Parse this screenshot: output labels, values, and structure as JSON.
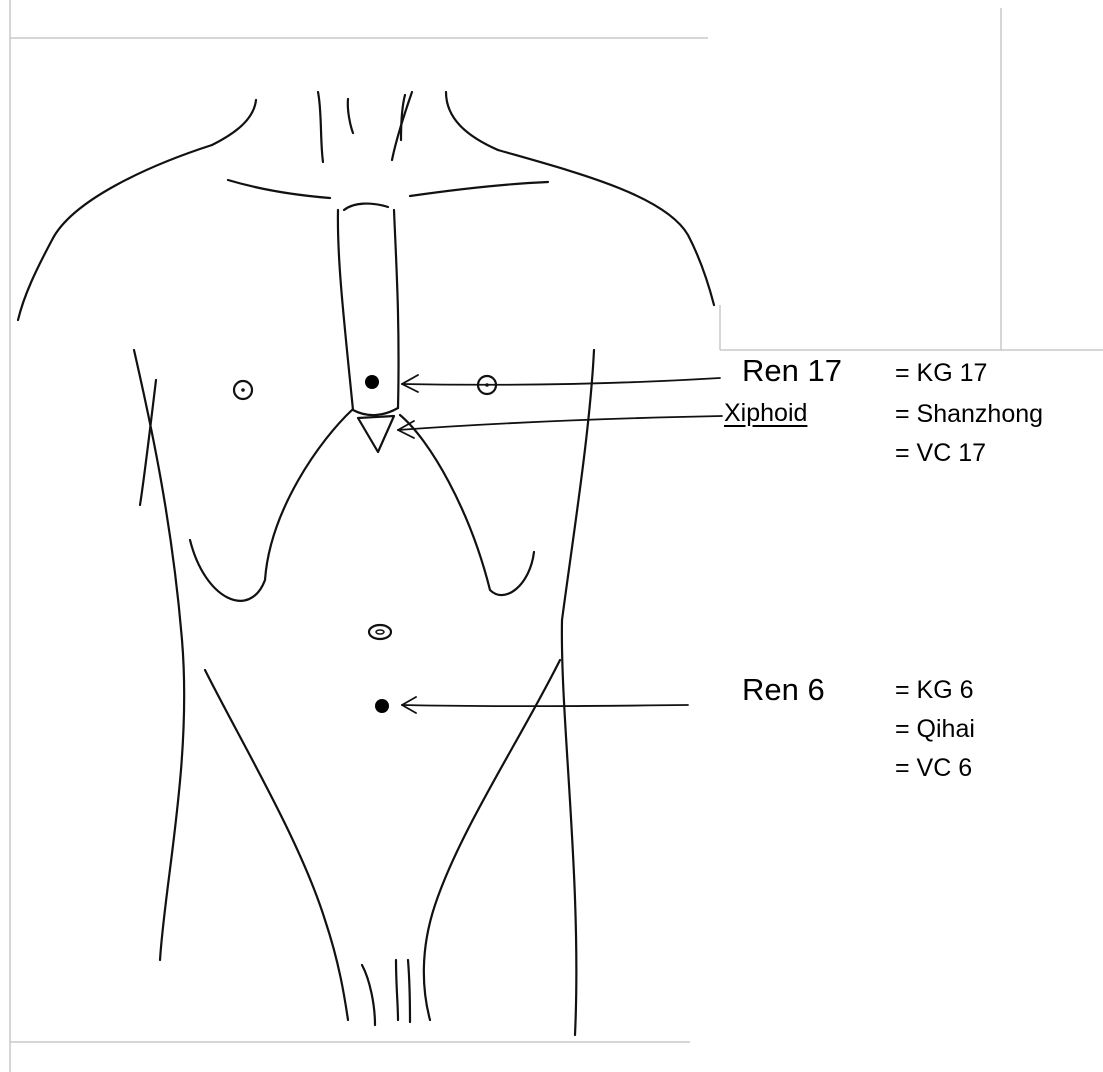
{
  "diagram": {
    "points": {
      "ren17": {
        "name": "Ren 17",
        "aliases": [
          "= KG 17",
          "= Shanzhong",
          "= VC 17"
        ]
      },
      "xiphoid": {
        "name": "Xiphoid"
      },
      "ren6": {
        "name": "Ren 6",
        "aliases": [
          "= KG 6",
          "= Qihai",
          "= VC 6"
        ]
      }
    }
  },
  "colors": {
    "ink": "#000000",
    "frame": "#c8c8c8",
    "background": "#ffffff"
  }
}
